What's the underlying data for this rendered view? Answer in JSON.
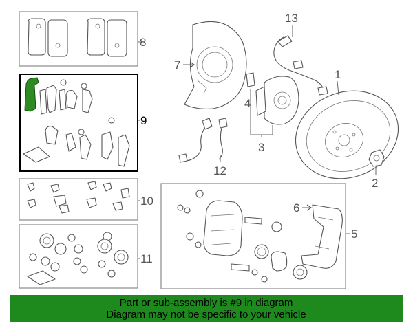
{
  "callouts": {
    "c1": "1",
    "c2": "2",
    "c3": "3",
    "c4": "4",
    "c5": "5",
    "c6": "6",
    "c7": "7",
    "c8": "8",
    "c9": "9",
    "c10": "10",
    "c11": "11",
    "c12": "12",
    "c13": "13"
  },
  "highlighted_part": "9",
  "highlight_color": "#2e8b22",
  "banner": {
    "line1": "Part or sub-assembly is #9 in diagram",
    "line2": "Diagram may not be specific to your vehicle",
    "background": "#1e8a1e"
  }
}
